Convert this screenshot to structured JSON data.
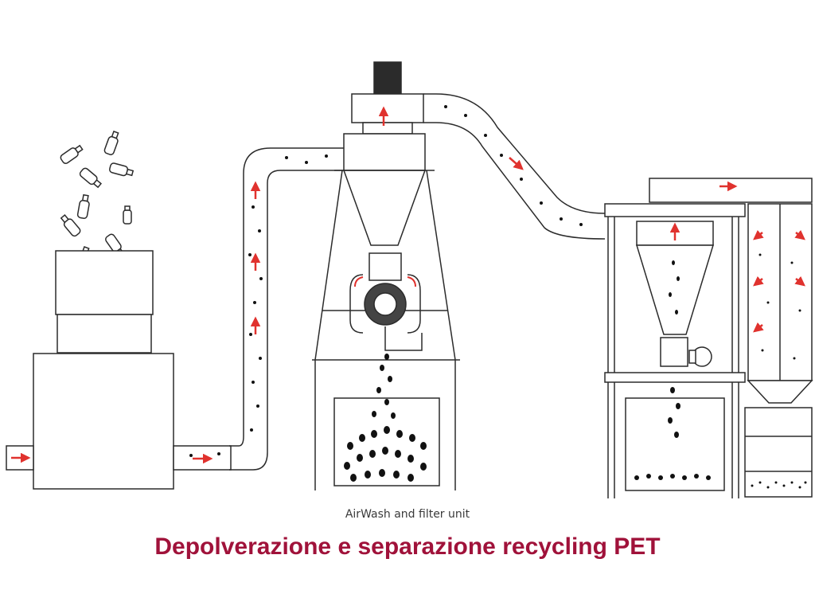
{
  "diagram": {
    "caption": "AirWash and filter unit",
    "title": "Depolverazione e separazione recycling PET",
    "colors": {
      "line": "#2b2b2b",
      "flow_arrow": "#e0322e",
      "title": "#a0123a",
      "particles": "#111111"
    },
    "components": [
      "bottles-icon",
      "feed-hopper",
      "rising-duct",
      "fan-motor",
      "cyclone-separator",
      "airwash-drum",
      "collection-bin",
      "transfer-duct",
      "filter-cyclone",
      "rotary-valve-motor",
      "bag-filter",
      "dust-bin"
    ]
  }
}
